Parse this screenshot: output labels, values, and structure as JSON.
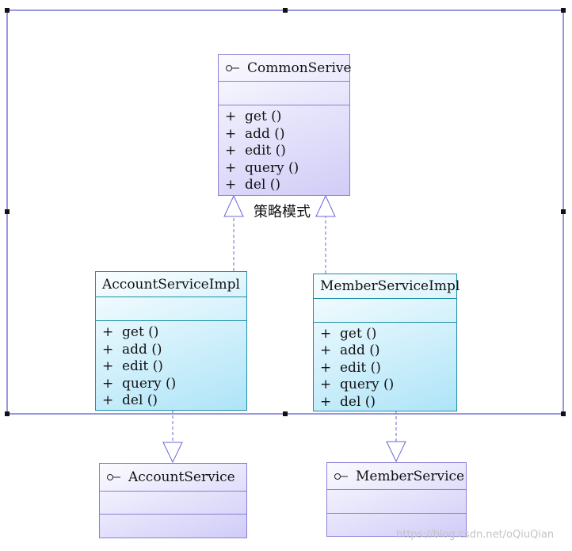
{
  "pattern_label": "策略模式",
  "watermark": "https://blog.csdn.net/oQiuQian",
  "classes": {
    "common": {
      "name": "CommonSerive",
      "ops": [
        "get ()",
        "add ()",
        "edit ()",
        "query ()",
        "del ()"
      ]
    },
    "account_impl": {
      "name": "AccountServiceImpl",
      "ops": [
        "get ()",
        "add ()",
        "edit ()",
        "query ()",
        "del ()"
      ]
    },
    "member_impl": {
      "name": "MemberServiceImpl",
      "ops": [
        "get ()",
        "add ()",
        "edit ()",
        "query ()",
        "del ()"
      ]
    },
    "account_service": {
      "name": "AccountService"
    },
    "member_service": {
      "name": "MemberService"
    }
  },
  "visibility_symbol": "+",
  "colors": {
    "interface_border": "#8a7fd6",
    "impl_border": "#1f8fa8",
    "connector": "#6a68d6",
    "frame": "#3030c0"
  }
}
